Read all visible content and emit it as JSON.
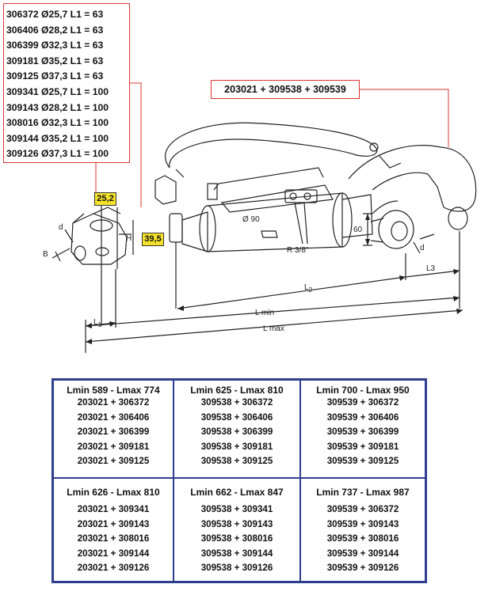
{
  "legend": {
    "rows": [
      "306372 Ø25,7 L1 = 63",
      "306406 Ø28,2 L1 = 63",
      "306399 Ø32,3 L1 = 63",
      "309181 Ø35,2 L1 = 63",
      "309125 Ø37,3 L1 = 63",
      "309341 Ø25,7 L1 = 100",
      "309143 Ø28,2 L1 = 100",
      "308016 Ø32,3 L1 = 100",
      "309144 Ø35,2 L1 = 100",
      "309126 Ø37,3 L1 = 100"
    ]
  },
  "kit_label": "203021 + 309538 + 309539",
  "dimensions": {
    "tag_top": "25,2",
    "tag_side": "39,5",
    "d_left": "d",
    "d_right": "d",
    "B": "B",
    "H": "H",
    "dia": "Ø 90",
    "thread": "R 3/8\"",
    "height60": "60",
    "L1": "L",
    "L1_sub": "1",
    "L2": "L",
    "L2_sub": "2",
    "L3": "L3",
    "Lmin": "L min",
    "Lmax": "L max"
  },
  "table": {
    "top": [
      {
        "head": "Lmin 589 - Lmax 774",
        "items": [
          "203021 + 306372",
          "203021 + 306406",
          "203021 + 306399",
          "203021 + 309181",
          "203021 + 309125"
        ]
      },
      {
        "head": "Lmin 625 - Lmax 810",
        "items": [
          "309538 + 306372",
          "309538 + 306406",
          "309538 + 306399",
          "309538 + 309181",
          "309538 + 309125"
        ]
      },
      {
        "head": "Lmin 700 - Lmax 950",
        "items": [
          "309539 + 306372",
          "309539 + 306406",
          "309539 + 306399",
          "309539 + 309181",
          "309539 + 309125"
        ]
      }
    ],
    "bottom": [
      {
        "head": "Lmin 626 - Lmax 810",
        "items": [
          "203021 + 309341",
          "203021 + 309143",
          "203021 + 308016",
          "203021 + 309144",
          "203021 + 309126"
        ]
      },
      {
        "head": "Lmin 662 - Lmax 847",
        "items": [
          "309538 + 309341",
          "309538 + 309143",
          "309538 + 308016",
          "309538 + 309144",
          "309538 + 309126"
        ]
      },
      {
        "head": "Lmin 737 - Lmax 987",
        "items": [
          "309539 + 306372",
          "309539 + 309143",
          "309539 + 308016",
          "309539 + 309144",
          "309539 + 309126"
        ]
      }
    ]
  },
  "colors": {
    "callout": "#d33333",
    "table_border": "#2f3e8f",
    "tag_fill": "#f5e22b"
  }
}
